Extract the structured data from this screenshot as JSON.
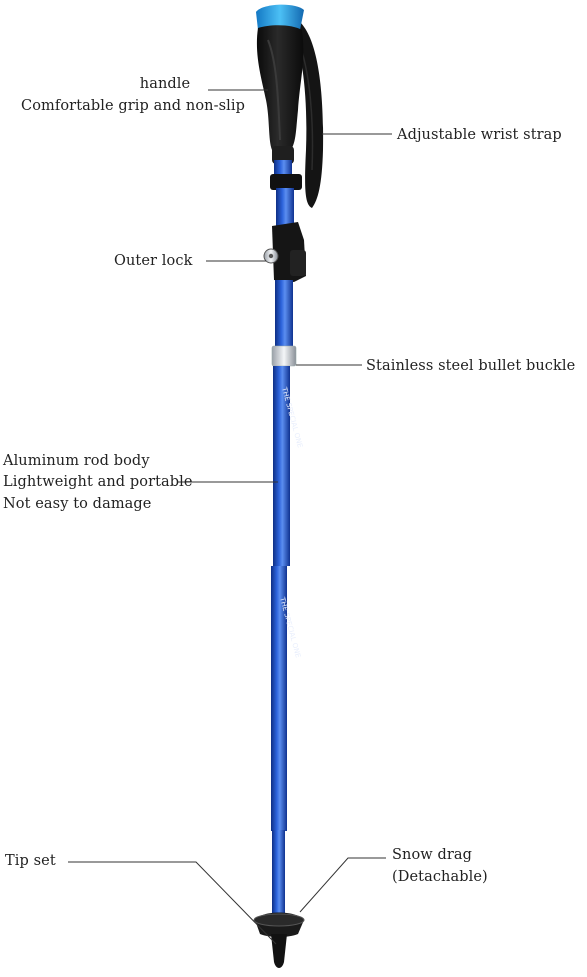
{
  "labels": {
    "handle": {
      "title": "handle",
      "detail": "Comfortable grip and non-slip"
    },
    "wrist_strap": "Adjustable wrist strap",
    "outer_lock": "Outer lock",
    "buckle": "Stainless steel bullet buckle",
    "rod_body": {
      "line1": "Aluminum rod body",
      "line2": "Lightweight and portable",
      "line3": "Not easy to damage"
    },
    "tip_set": "Tip set",
    "snow_drag": {
      "line1": "Snow drag",
      "line2": "(Detachable)"
    }
  },
  "pole_print": {
    "brand_text_upper": "THE SPECIAL ONE",
    "brand_text_lower": "THE SPECIAL ONE"
  },
  "colors": {
    "pole_blue": "#1c4fc4",
    "pole_highlight": "#5b8ef0",
    "grip_black": "#161616",
    "cap_blue": "#2aa0e6",
    "leader_line": "#333333",
    "text": "#222222"
  }
}
